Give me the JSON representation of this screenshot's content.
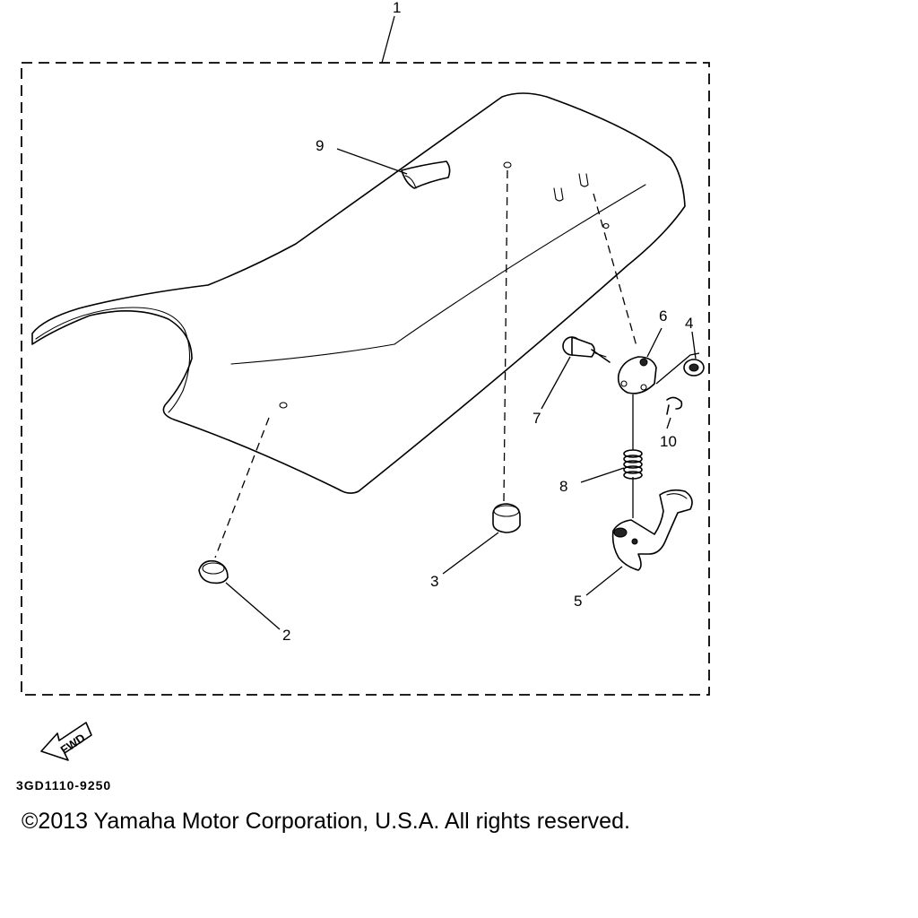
{
  "callouts": {
    "c1": "1",
    "c2": "2",
    "c3": "3",
    "c4": "4",
    "c5": "5",
    "c6": "6",
    "c7": "7",
    "c8": "8",
    "c9": "9",
    "c10": "10"
  },
  "fwd_label": "FWD",
  "reference_code": "3GD1110-9250",
  "copyright": "©2013 Yamaha Motor Corporation, U.S.A. All rights reserved."
}
